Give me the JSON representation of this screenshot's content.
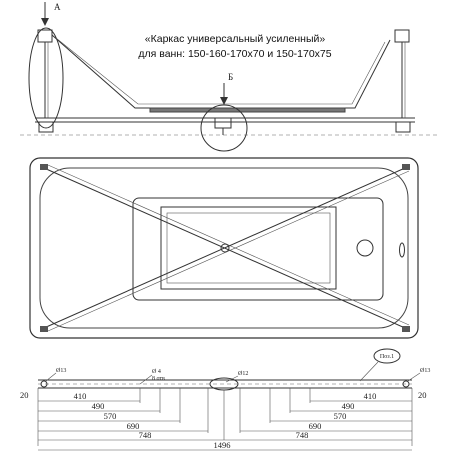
{
  "title": {
    "line1": "«Каркас универсальный усиленный»",
    "line2": "для ванн: 150-160-170х70 и 150-170х75"
  },
  "view_labels": {
    "a": "А",
    "b": "Б"
  },
  "callouts": {
    "hole_left": "Ø13",
    "hole_right": "Ø13",
    "holes_4_d": "Ø 4",
    "holes_4_n": "8 отв",
    "center_hole": "Ø12",
    "pos1": "Поз.1"
  },
  "dimensions": {
    "edge_left": "20",
    "edge_right": "20",
    "left": [
      "410",
      "490",
      "570",
      "690",
      "748"
    ],
    "right": [
      "410",
      "490",
      "570",
      "690",
      "748"
    ],
    "total": "1496"
  }
}
